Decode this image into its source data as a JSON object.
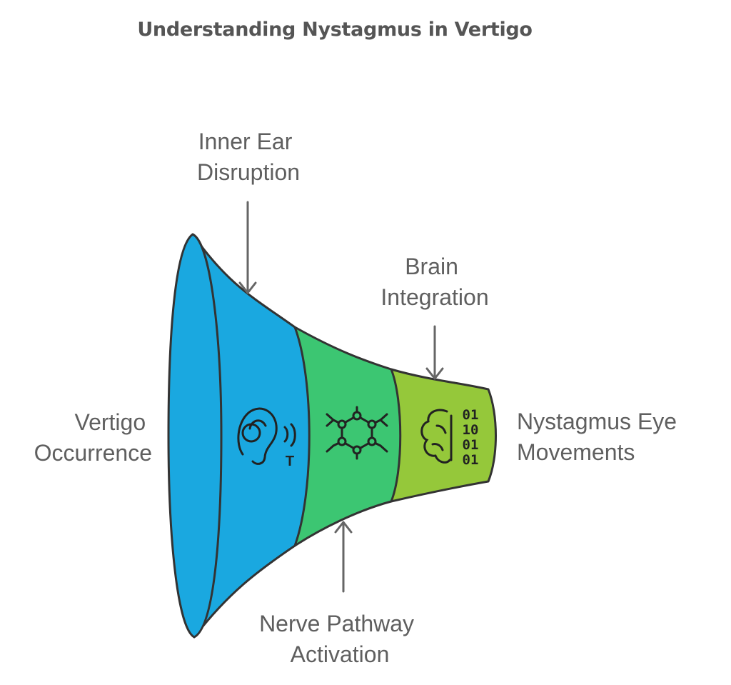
{
  "title": "Understanding Nystagmus in Vertigo",
  "stages": [
    {
      "lines": [
        "Vertigo",
        "Occurrence"
      ],
      "color": "#1aa8e0",
      "icon": "none"
    },
    {
      "lines": [
        "Inner Ear",
        "Disruption"
      ],
      "color": "#1aa8e0",
      "icon": "ear-icon"
    },
    {
      "lines": [
        "Nerve Pathway",
        "Activation"
      ],
      "color": "#3cc672",
      "icon": "molecule-network-icon"
    },
    {
      "lines": [
        "Brain",
        "Integration"
      ],
      "color": "#3cc672",
      "icon": "none"
    },
    {
      "lines": [
        "Nystagmus Eye",
        "Movements"
      ],
      "color": "#95c83a",
      "icon": "brain-binary-icon"
    }
  ],
  "icons": {
    "ear_letter": "T",
    "binary": [
      "01",
      "10",
      "01",
      "01"
    ]
  },
  "colors": {
    "blue": "#1aa8e0",
    "green": "#3cc672",
    "lime": "#95c83a",
    "outline": "#333333",
    "arrow": "#666666",
    "text": "#5f5f5f"
  }
}
